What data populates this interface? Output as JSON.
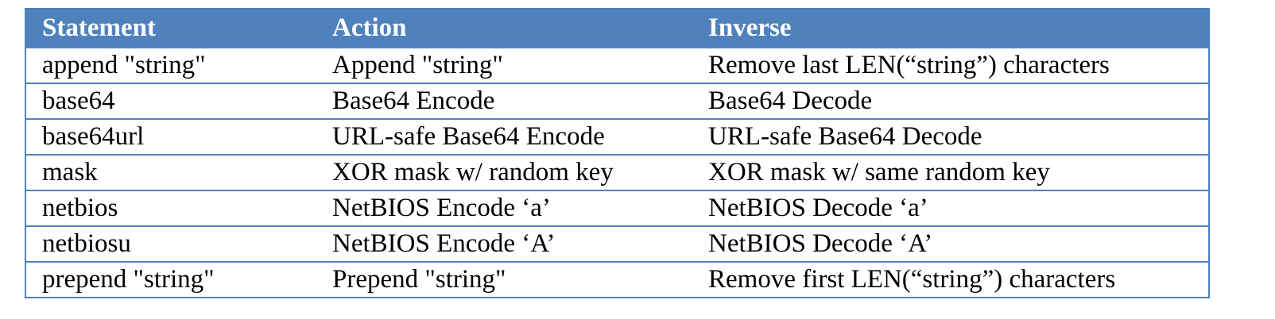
{
  "table": {
    "headers": [
      "Statement",
      "Action",
      "Inverse"
    ],
    "rows": [
      [
        "append \"string\"",
        "Append \"string\"",
        "Remove last LEN(“string”) characters"
      ],
      [
        "base64",
        "Base64 Encode",
        "Base64 Decode"
      ],
      [
        "base64url",
        "URL-safe Base64 Encode",
        "URL-safe Base64 Decode"
      ],
      [
        "mask",
        "XOR mask w/ random key",
        "XOR mask w/ same random key"
      ],
      [
        "netbios",
        "NetBIOS Encode ‘a’",
        "NetBIOS Decode ‘a’"
      ],
      [
        "netbiosu",
        "NetBIOS Encode ‘A’",
        "NetBIOS Decode ‘A’"
      ],
      [
        "prepend \"string\"",
        "Prepend \"string\"",
        "Remove first LEN(“string”) characters"
      ]
    ]
  },
  "colors": {
    "header_bg": "#4f81bd",
    "header_text": "#ffffff",
    "border": "#4f81bd",
    "body_text": "#000000"
  }
}
